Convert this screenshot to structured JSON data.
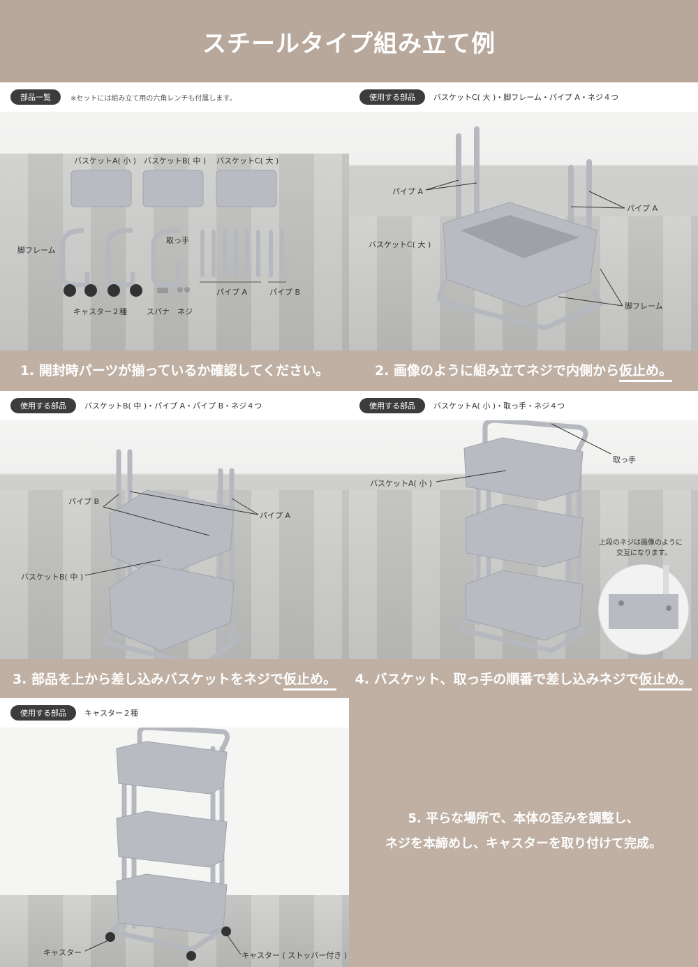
{
  "title": "スチールタイプ組み立て例",
  "panel1": {
    "pill": "部品一覧",
    "note": "※セットには組み立て用の六角レンチも付属します。",
    "labels": {
      "basket_a": "バスケットA( 小 )",
      "basket_b": "バスケットB( 中 )",
      "basket_c": "バスケットC( 大 )",
      "leg_frame": "脚フレーム",
      "handle": "取っ手",
      "pipe_a": "パイプ A",
      "pipe_b": "パイプ B",
      "caster": "キャスター２種",
      "spanner": "スパナ",
      "screw": "ネジ"
    },
    "caption": "1. 開封時パーツが揃っているか確認してください。"
  },
  "panel2": {
    "pill": "使用する部品",
    "parts": "バスケットC( 大 )・脚フレーム・パイプ A・ネジ４つ",
    "labels": {
      "pipe_a_left": "パイプ A",
      "pipe_a_right": "パイプ A",
      "basket_c": "バスケットC( 大 )",
      "leg_frame": "脚フレーム"
    },
    "caption_pre": "2. 画像のように組み立てネジで内側から",
    "caption_em": "仮止め。"
  },
  "panel3": {
    "pill": "使用する部品",
    "parts": "バスケットB( 中 )・パイプ A・パイプ B・ネジ４つ",
    "labels": {
      "pipe_b": "パイプ B",
      "pipe_a": "パイプ A",
      "basket_b": "バスケットB( 中 )"
    },
    "caption_pre": "3. 部品を上から差し込みバスケットをネジで",
    "caption_em": "仮止め。"
  },
  "panel4": {
    "pill": "使用する部品",
    "parts": "バスケットA( 小 )・取っ手・ネジ４つ",
    "labels": {
      "handle": "取っ手",
      "basket_a": "バスケットA( 小 )",
      "note_line1": "上段のネジは画像のように",
      "note_line2": "交互になります。"
    },
    "caption_pre": "4. バスケット、取っ手の順番で差し込みネジで",
    "caption_em": "仮止め。"
  },
  "panel5": {
    "pill": "使用する部品",
    "parts": "キャスター２種",
    "labels": {
      "caster": "キャスター",
      "caster_stopper": "キャスター ( ストッパー付き )"
    }
  },
  "final": {
    "line1": "5. 平らな場所で、本体の歪みを調整し、",
    "line2": "ネジを本締めし、キャスターを取り付けて完成。"
  },
  "colors": {
    "background": "#bfb0a3",
    "header": "#b8a89c",
    "pill": "#3c3c3c",
    "product": "#b8bcc2"
  }
}
